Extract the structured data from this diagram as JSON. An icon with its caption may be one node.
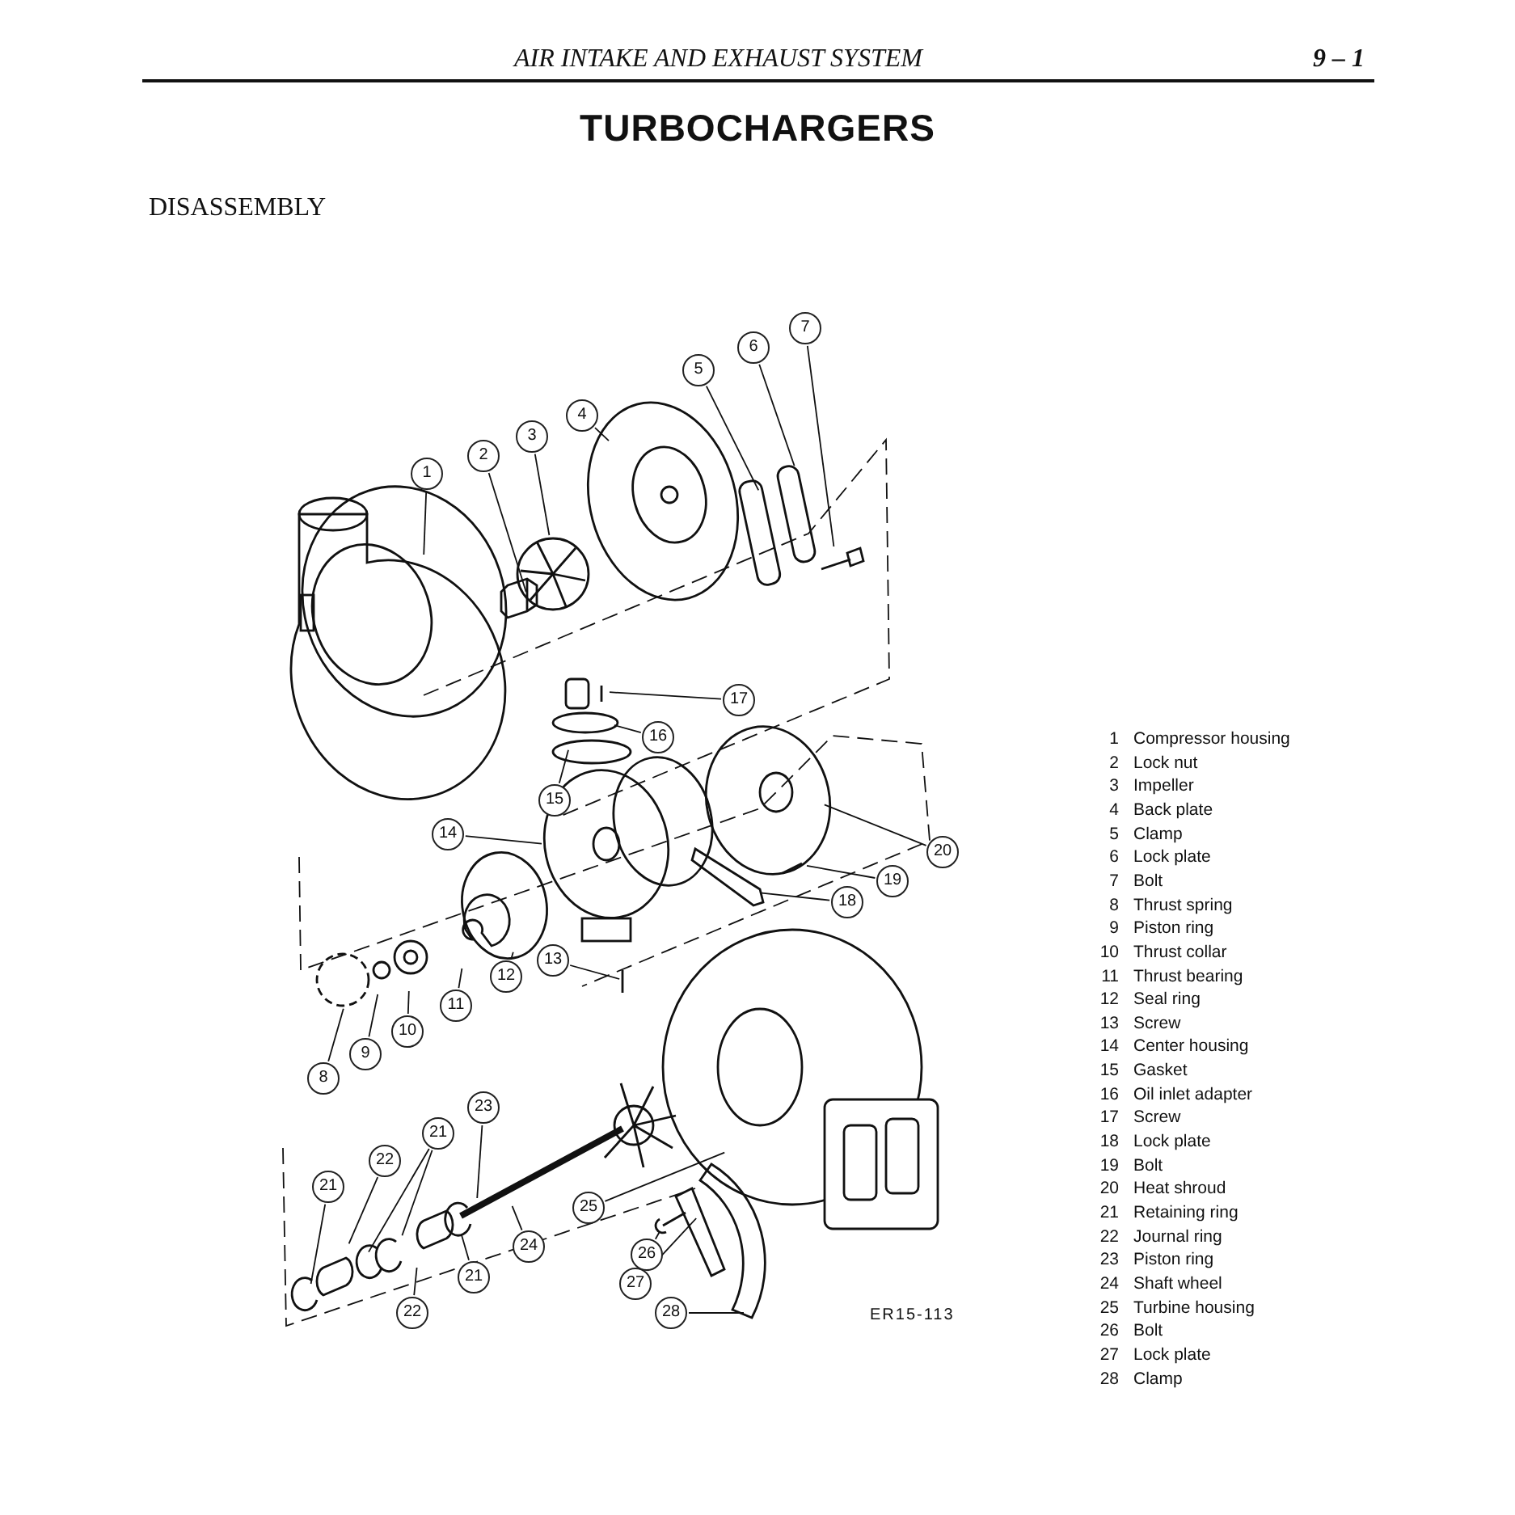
{
  "diagram": {
    "title": "TURBOCHARGERS",
    "nodes": [
      {
        "text": [
          "7"
        ]
      },
      {
        "text": [
          "6"
        ]
      },
      {
        "text": [
          "5"
        ]
      },
      {
        "text": [
          "4"
        ]
      },
      {
        "text": [
          "3"
        ]
      },
      {
        "text": [
          "2"
        ]
      },
      {
        "text": [
          "1"
        ]
      },
      {
        "text": [
          "17"
        ]
      },
      {
        "text": [
          "16"
        ]
      },
      {
        "text": [
          "15"
        ]
      },
      {
        "text": [
          "14"
        ]
      },
      {
        "text": [
          "20"
        ]
      },
      {
        "text": [
          "19"
        ]
      },
      {
        "text": [
          "18"
        ]
      },
      {
        "text": [
          "13"
        ]
      },
      {
        "text": [
          "12"
        ]
      },
      {
        "text": [
          "11"
        ]
      },
      {
        "text": [
          "10"
        ]
      },
      {
        "text": [
          "9"
        ]
      },
      {
        "text": [
          "8"
        ]
      },
      {
        "text": [
          "23"
        ]
      },
      {
        "text": [
          "21"
        ]
      },
      {
        "text": [
          "22"
        ]
      },
      {
        "text": [
          "21"
        ]
      },
      {
        "text": [
          "25"
        ]
      },
      {
        "text": [
          "24"
        ]
      },
      {
        "text": [
          "26"
        ]
      },
      {
        "text": [
          "21"
        ]
      },
      {
        "text": [
          "27"
        ]
      },
      {
        "text": [
          "22"
        ]
      },
      {
        "text": [
          "28"
        ]
      }
    ],
    "edges": [
      {
        "from": 0,
        "to": null,
        "arrow": "none"
      },
      {
        "from": 1,
        "to": null,
        "arrow": "none"
      },
      {
        "from": 2,
        "to": null,
        "arrow": "none"
      },
      {
        "from": 3,
        "to": null,
        "arrow": "none"
      },
      {
        "from": 4,
        "to": null,
        "arrow": "none"
      },
      {
        "from": 5,
        "to": null,
        "arrow": "none"
      },
      {
        "from": 6,
        "to": null,
        "arrow": "none"
      },
      {
        "from": 7,
        "to": null,
        "arrow": "none"
      },
      {
        "from": 8,
        "to": null,
        "arrow": "none"
      },
      {
        "from": 9,
        "to": null,
        "arrow": "none"
      },
      {
        "from": 10,
        "to": null,
        "arrow": "none"
      },
      {
        "from": 11,
        "to": null,
        "arrow": "none"
      },
      {
        "from": 12,
        "to": null,
        "arrow": "none"
      },
      {
        "from": 13,
        "to": null,
        "arrow": "none"
      },
      {
        "from": 14,
        "to": null,
        "arrow": "none"
      },
      {
        "from": 15,
        "to": null,
        "arrow": "none"
      },
      {
        "from": 16,
        "to": null,
        "arrow": "none"
      },
      {
        "from": 17,
        "to": null,
        "arrow": "none"
      },
      {
        "from": 18,
        "to": null,
        "arrow": "none"
      },
      {
        "from": 19,
        "to": null,
        "arrow": "none"
      },
      {
        "from": 20,
        "to": null,
        "arrow": "none"
      },
      {
        "from": 21,
        "to": null,
        "arrow": "none"
      },
      {
        "from": 21,
        "to": null,
        "arrow": "none"
      },
      {
        "from": 22,
        "to": null,
        "arrow": "none"
      },
      {
        "from": 23,
        "to": null,
        "arrow": "none"
      },
      {
        "from": 24,
        "to": null,
        "arrow": "none"
      },
      {
        "from": 25,
        "to": null,
        "arrow": "none"
      },
      {
        "from": 26,
        "to": null,
        "arrow": "none"
      },
      {
        "from": 27,
        "to": null,
        "arrow": "none"
      },
      {
        "from": 28,
        "to": null,
        "arrow": "none"
      },
      {
        "from": 29,
        "to": null,
        "arrow": "none"
      },
      {
        "from": 30,
        "to": null,
        "arrow": "none"
      }
    ],
    "labels": [
      "AIR INTAKE AND EXHAUST SYSTEM",
      "9 – 1",
      "DISASSEMBLY",
      "ER15-113",
      "1",
      "Compressor housing",
      "2",
      "Lock nut",
      "3",
      "Impeller",
      "4",
      "Back plate",
      "5",
      "Clamp",
      "6",
      "Lock plate",
      "7",
      "Bolt",
      "8",
      "Thrust spring",
      "9",
      "Piston ring",
      "10",
      "Thrust collar",
      "11",
      "Thrust bearing",
      "12",
      "Seal ring",
      "13",
      "Screw",
      "14",
      "Center housing",
      "15",
      "Gasket",
      "16",
      "Oil inlet adapter",
      "17",
      "Screw",
      "18",
      "Lock plate",
      "19",
      "Bolt",
      "20",
      "Heat shroud",
      "21",
      "Retaining ring",
      "22",
      "Journal ring",
      "23",
      "Piston ring",
      "24",
      "Shaft wheel",
      "25",
      "Turbine housing",
      "26",
      "Bolt",
      "27",
      "Lock plate",
      "28",
      "Clamp"
    ]
  }
}
